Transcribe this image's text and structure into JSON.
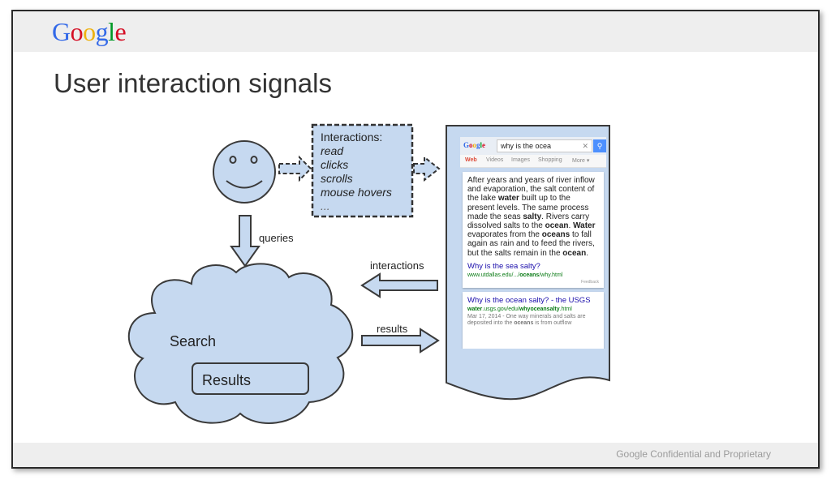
{
  "logo": {
    "letters": [
      "G",
      "o",
      "o",
      "g",
      "l",
      "e"
    ],
    "colors": [
      "#3369e8",
      "#d50f25",
      "#eeb211",
      "#3369e8",
      "#009925",
      "#d50f25"
    ]
  },
  "title": "User interaction signals",
  "footer": "Google Confidential and Proprietary",
  "colors": {
    "box_fill": "#c6d9f0",
    "stroke": "#3a3a3a"
  },
  "diagram": {
    "interactions_box": {
      "heading": "Interactions:",
      "items": [
        "read",
        "clicks",
        "scrolls",
        "mouse hovers",
        "..."
      ]
    },
    "labels": {
      "queries": "queries",
      "interactions": "interactions",
      "results": "results",
      "search": "Search",
      "results_box": "Results"
    }
  },
  "serp": {
    "logo": "Google",
    "query": "why is the ocea",
    "clear": "✕",
    "tabs": [
      "Web",
      "Videos",
      "Images",
      "Shopping",
      "More ▾"
    ],
    "snippet": "After years and years of river inflow and evaporation, the salt content of the lake water built up to the present levels. The same process made the seas salty. Rivers carry dissolved salts to the ocean. Water evaporates from the oceans to fall again as rain and to feed the rivers, but the salts remain in the ocean.",
    "result1": {
      "title": "Why is the sea salty?",
      "url": "www.utdallas.edu/.../oceans/why.html"
    },
    "feedback": "Feedback",
    "result2": {
      "title": "Why is the ocean salty? - the USGS",
      "url": "water.usgs.gov/edu/whyoceansalty.html",
      "meta": "Mar 17, 2014 - One way minerals and salts are deposited into the oceans is from outflow"
    }
  }
}
